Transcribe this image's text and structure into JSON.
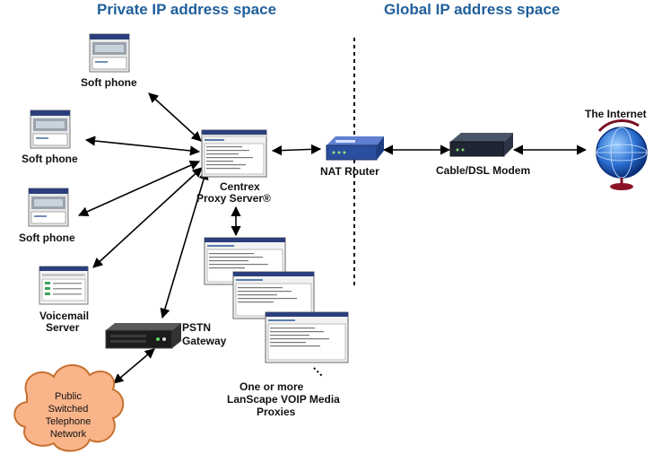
{
  "headings": {
    "private": "Private IP address space",
    "global": "Global IP address space"
  },
  "nodes": {
    "softphone_1": "Soft phone",
    "softphone_2": "Soft phone",
    "softphone_3": "Soft phone",
    "voicemail": [
      "Voicemail",
      "Server"
    ],
    "pstn_gateway": [
      "PSTN",
      "Gateway"
    ],
    "pstn_cloud": [
      "Public",
      "Switched",
      "Telephone",
      "Network"
    ],
    "proxy_server": [
      "Centrex",
      "Proxy Server®"
    ],
    "media_proxies": [
      "One or more",
      "LanScape VOIP Media",
      "Proxies"
    ],
    "nat_router": "NAT Router",
    "modem": "Cable/DSL Modem",
    "internet": "The Internet"
  },
  "icons": {
    "softphone": "softphone-window-icon",
    "voicemail": "voicemail-server-window-icon",
    "gateway": "rack-gateway-icon",
    "cloud": "cloud-icon",
    "proxy": "proxy-server-window-icon",
    "router": "router-icon",
    "modem": "modem-icon",
    "internet": "globe-icon"
  },
  "colors": {
    "heading": "#1f5f9a",
    "cloud_fill": "#f9b48a",
    "cloud_stroke": "#c8702f",
    "router_blue": "#2a4f9e",
    "divider": "#000000"
  }
}
